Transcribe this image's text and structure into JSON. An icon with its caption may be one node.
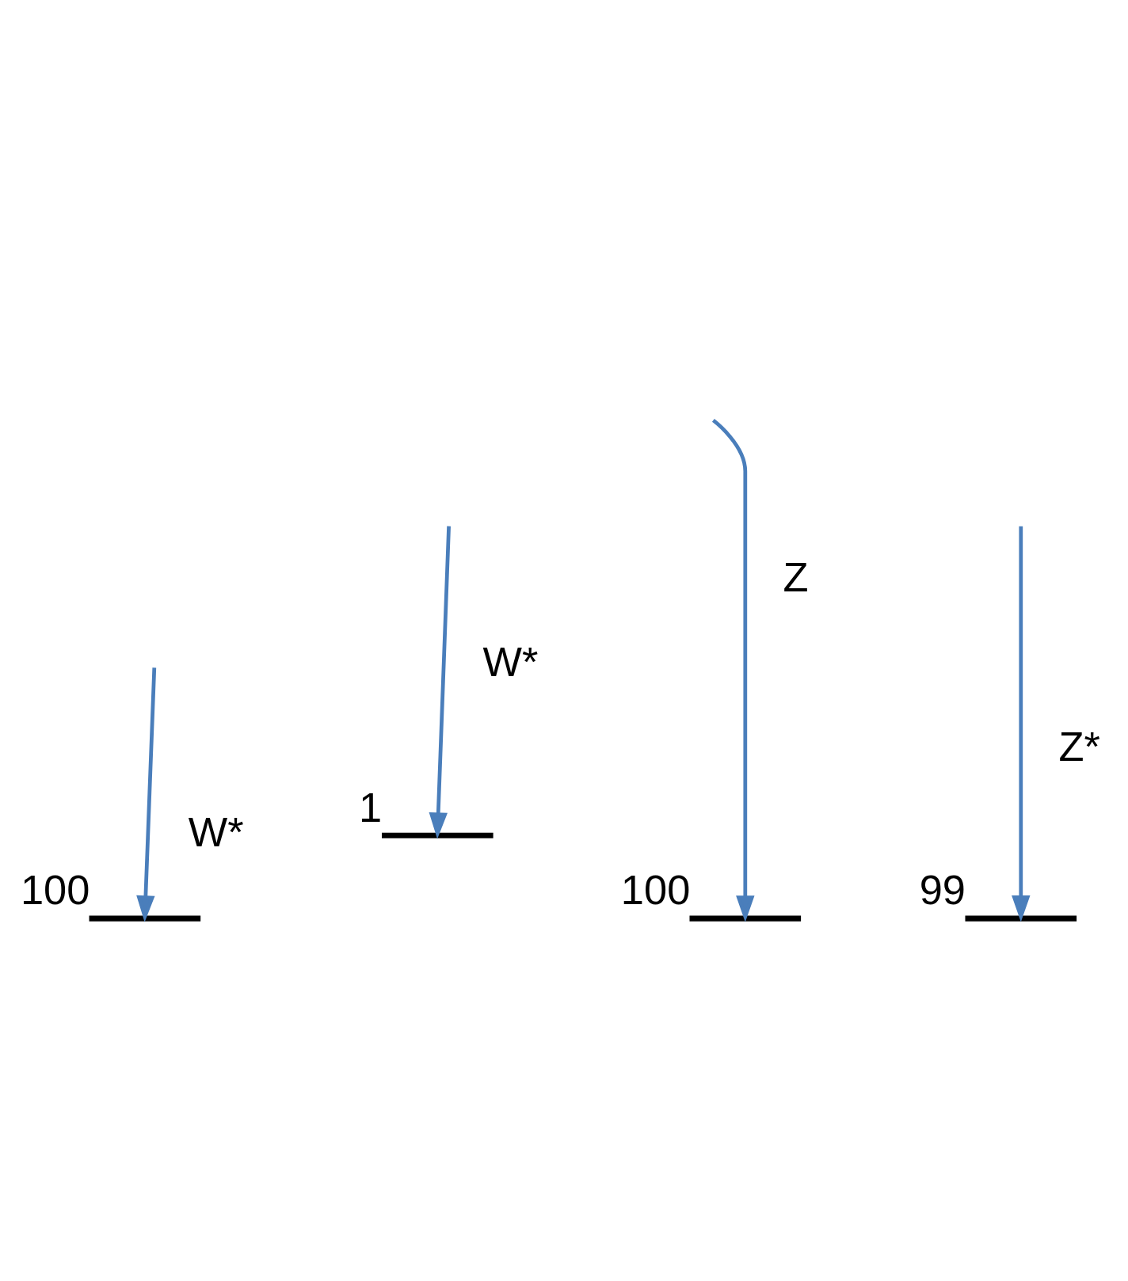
{
  "diagram": {
    "nodes": [
      {
        "text": [],
        "shape": "bar",
        "beside": [
          "100"
        ]
      },
      {
        "text": [],
        "shape": "bar",
        "beside": [
          "1"
        ]
      },
      {
        "text": [],
        "shape": "bar",
        "beside": [
          "100"
        ]
      },
      {
        "text": [],
        "shape": "bar",
        "beside": [
          "99"
        ]
      }
    ],
    "edges": [
      {
        "from": null,
        "to": 0,
        "arrow": "to",
        "label": "W*"
      },
      {
        "from": null,
        "to": 1,
        "arrow": "to",
        "label": "W*"
      },
      {
        "from": null,
        "to": 2,
        "arrow": "to",
        "label": "Z"
      },
      {
        "from": null,
        "to": 3,
        "arrow": "to",
        "label": "Z*"
      }
    ]
  }
}
